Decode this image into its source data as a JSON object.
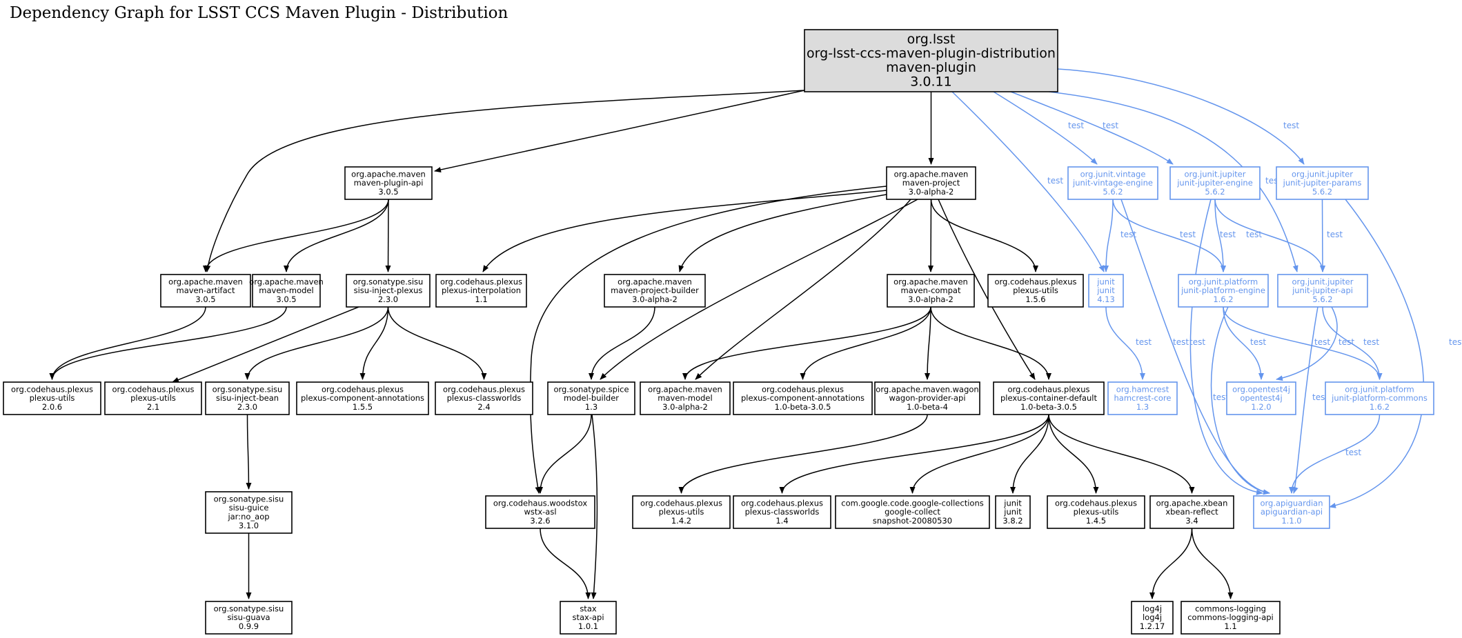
{
  "title": "Dependency Graph for LSST CCS Maven Plugin - Distribution",
  "colors": {
    "compile": "#000000",
    "test": "#6495ed",
    "root_fill": "#dcdcdc"
  },
  "edge_label_test": "test",
  "nodes": [
    {
      "id": "root",
      "lines": [
        "org.lsst",
        "org-lsst-ccs-maven-plugin-distribution",
        "maven-plugin",
        "3.0.11"
      ],
      "style": "root"
    },
    {
      "id": "plugin-api",
      "lines": [
        "org.apache.maven",
        "maven-plugin-api",
        "3.0.5"
      ],
      "style": "compile"
    },
    {
      "id": "maven-project",
      "lines": [
        "org.apache.maven",
        "maven-project",
        "3.0-alpha-2"
      ],
      "style": "compile"
    },
    {
      "id": "vintage-engine",
      "lines": [
        "org.junit.vintage",
        "junit-vintage-engine",
        "5.6.2"
      ],
      "style": "test"
    },
    {
      "id": "jupiter-engine",
      "lines": [
        "org.junit.jupiter",
        "junit-jupiter-engine",
        "5.6.2"
      ],
      "style": "test"
    },
    {
      "id": "jupiter-params",
      "lines": [
        "org.junit.jupiter",
        "junit-jupiter-params",
        "5.6.2"
      ],
      "style": "test"
    },
    {
      "id": "maven-artifact",
      "lines": [
        "org.apache.maven",
        "maven-artifact",
        "3.0.5"
      ],
      "style": "compile"
    },
    {
      "id": "maven-model-305",
      "lines": [
        "org.apache.maven",
        "maven-model",
        "3.0.5"
      ],
      "style": "compile"
    },
    {
      "id": "sisu-inject-plexus",
      "lines": [
        "org.sonatype.sisu",
        "sisu-inject-plexus",
        "2.3.0"
      ],
      "style": "compile"
    },
    {
      "id": "plexus-interpolation",
      "lines": [
        "org.codehaus.plexus",
        "plexus-interpolation",
        "1.1"
      ],
      "style": "compile"
    },
    {
      "id": "project-builder",
      "lines": [
        "org.apache.maven",
        "maven-project-builder",
        "3.0-alpha-2"
      ],
      "style": "compile"
    },
    {
      "id": "maven-compat",
      "lines": [
        "org.apache.maven",
        "maven-compat",
        "3.0-alpha-2"
      ],
      "style": "compile"
    },
    {
      "id": "plexus-utils-156",
      "lines": [
        "org.codehaus.plexus",
        "plexus-utils",
        "1.5.6"
      ],
      "style": "compile"
    },
    {
      "id": "junit-413",
      "lines": [
        "junit",
        "junit",
        "4.13"
      ],
      "style": "test"
    },
    {
      "id": "platform-engine",
      "lines": [
        "org.junit.platform",
        "junit-platform-engine",
        "1.6.2"
      ],
      "style": "test"
    },
    {
      "id": "jupiter-api",
      "lines": [
        "org.junit.jupiter",
        "junit-jupiter-api",
        "5.6.2"
      ],
      "style": "test"
    },
    {
      "id": "plexus-utils-206",
      "lines": [
        "org.codehaus.plexus",
        "plexus-utils",
        "2.0.6"
      ],
      "style": "compile"
    },
    {
      "id": "plexus-utils-21",
      "lines": [
        "org.codehaus.plexus",
        "plexus-utils",
        "2.1"
      ],
      "style": "compile"
    },
    {
      "id": "sisu-inject-bean",
      "lines": [
        "org.sonatype.sisu",
        "sisu-inject-bean",
        "2.3.0"
      ],
      "style": "compile"
    },
    {
      "id": "pca-155",
      "lines": [
        "org.codehaus.plexus",
        "plexus-component-annotations",
        "1.5.5"
      ],
      "style": "compile"
    },
    {
      "id": "plexus-classworlds-24",
      "lines": [
        "org.codehaus.plexus",
        "plexus-classworlds",
        "2.4"
      ],
      "style": "compile"
    },
    {
      "id": "model-builder",
      "lines": [
        "org.sonatype.spice",
        "model-builder",
        "1.3"
      ],
      "style": "compile"
    },
    {
      "id": "maven-model-a2",
      "lines": [
        "org.apache.maven",
        "maven-model",
        "3.0-alpha-2"
      ],
      "style": "compile"
    },
    {
      "id": "pca-beta",
      "lines": [
        "org.codehaus.plexus",
        "plexus-component-annotations",
        "1.0-beta-3.0.5"
      ],
      "style": "compile"
    },
    {
      "id": "wagon",
      "lines": [
        "org.apache.maven.wagon",
        "wagon-provider-api",
        "1.0-beta-4"
      ],
      "style": "compile"
    },
    {
      "id": "container-default",
      "lines": [
        "org.codehaus.plexus",
        "plexus-container-default",
        "1.0-beta-3.0.5"
      ],
      "style": "compile"
    },
    {
      "id": "hamcrest",
      "lines": [
        "org.hamcrest",
        "hamcrest-core",
        "1.3"
      ],
      "style": "test"
    },
    {
      "id": "opentest4j",
      "lines": [
        "org.opentest4j",
        "opentest4j",
        "1.2.0"
      ],
      "style": "test"
    },
    {
      "id": "platform-commons",
      "lines": [
        "org.junit.platform",
        "junit-platform-commons",
        "1.6.2"
      ],
      "style": "test"
    },
    {
      "id": "sisu-guice",
      "lines": [
        "org.sonatype.sisu",
        "sisu-guice",
        "jar:no_aop",
        "3.1.0"
      ],
      "style": "compile"
    },
    {
      "id": "woodstox",
      "lines": [
        "org.codehaus.woodstox",
        "wstx-asl",
        "3.2.6"
      ],
      "style": "compile"
    },
    {
      "id": "plexus-utils-142",
      "lines": [
        "org.codehaus.plexus",
        "plexus-utils",
        "1.4.2"
      ],
      "style": "compile"
    },
    {
      "id": "plexus-classworlds-14",
      "lines": [
        "org.codehaus.plexus",
        "plexus-classworlds",
        "1.4"
      ],
      "style": "compile"
    },
    {
      "id": "google-collect",
      "lines": [
        "com.google.code.google-collections",
        "google-collect",
        "snapshot-20080530"
      ],
      "style": "compile"
    },
    {
      "id": "junit-382",
      "lines": [
        "junit",
        "junit",
        "3.8.2"
      ],
      "style": "compile"
    },
    {
      "id": "plexus-utils-145",
      "lines": [
        "org.codehaus.plexus",
        "plexus-utils",
        "1.4.5"
      ],
      "style": "compile"
    },
    {
      "id": "xbean-reflect",
      "lines": [
        "org.apache.xbean",
        "xbean-reflect",
        "3.4"
      ],
      "style": "compile"
    },
    {
      "id": "apiguardian",
      "lines": [
        "org.apiguardian",
        "apiguardian-api",
        "1.1.0"
      ],
      "style": "test"
    },
    {
      "id": "sisu-guava",
      "lines": [
        "org.sonatype.sisu",
        "sisu-guava",
        "0.9.9"
      ],
      "style": "compile"
    },
    {
      "id": "stax",
      "lines": [
        "stax",
        "stax-api",
        "1.0.1"
      ],
      "style": "compile"
    },
    {
      "id": "log4j",
      "lines": [
        "log4j",
        "log4j",
        "1.2.17"
      ],
      "style": "compile"
    },
    {
      "id": "commons-logging",
      "lines": [
        "commons-logging",
        "commons-logging-api",
        "1.1"
      ],
      "style": "compile"
    }
  ],
  "edges": [
    {
      "from": "root",
      "to": "plugin-api",
      "style": "compile"
    },
    {
      "from": "root",
      "to": "maven-artifact",
      "style": "compile"
    },
    {
      "from": "root",
      "to": "maven-project",
      "style": "compile"
    },
    {
      "from": "root",
      "to": "junit-413",
      "style": "test"
    },
    {
      "from": "root",
      "to": "vintage-engine",
      "style": "test"
    },
    {
      "from": "root",
      "to": "jupiter-engine",
      "style": "test"
    },
    {
      "from": "root",
      "to": "jupiter-api",
      "style": "test"
    },
    {
      "from": "root",
      "to": "jupiter-params",
      "style": "test"
    },
    {
      "from": "plugin-api",
      "to": "maven-artifact",
      "style": "compile"
    },
    {
      "from": "plugin-api",
      "to": "maven-model-305",
      "style": "compile"
    },
    {
      "from": "plugin-api",
      "to": "sisu-inject-plexus",
      "style": "compile"
    },
    {
      "from": "maven-artifact",
      "to": "plexus-utils-206",
      "style": "compile"
    },
    {
      "from": "maven-model-305",
      "to": "plexus-utils-206",
      "style": "compile"
    },
    {
      "from": "sisu-inject-plexus",
      "to": "plexus-utils-21",
      "style": "compile"
    },
    {
      "from": "sisu-inject-plexus",
      "to": "sisu-inject-bean",
      "style": "compile"
    },
    {
      "from": "sisu-inject-plexus",
      "to": "pca-155",
      "style": "compile"
    },
    {
      "from": "sisu-inject-plexus",
      "to": "plexus-classworlds-24",
      "style": "compile"
    },
    {
      "from": "sisu-inject-bean",
      "to": "sisu-guice",
      "style": "compile"
    },
    {
      "from": "sisu-guice",
      "to": "sisu-guava",
      "style": "compile"
    },
    {
      "from": "maven-project",
      "to": "plexus-interpolation",
      "style": "compile"
    },
    {
      "from": "maven-project",
      "to": "project-builder",
      "style": "compile"
    },
    {
      "from": "maven-project",
      "to": "maven-compat",
      "style": "compile"
    },
    {
      "from": "maven-project",
      "to": "plexus-utils-156",
      "style": "compile"
    },
    {
      "from": "maven-project",
      "to": "model-builder",
      "style": "compile"
    },
    {
      "from": "maven-project",
      "to": "maven-model-a2",
      "style": "compile"
    },
    {
      "from": "maven-project",
      "to": "woodstox",
      "style": "compile"
    },
    {
      "from": "maven-project",
      "to": "container-default",
      "style": "compile"
    },
    {
      "from": "project-builder",
      "to": "model-builder",
      "style": "compile"
    },
    {
      "from": "maven-compat",
      "to": "maven-model-a2",
      "style": "compile"
    },
    {
      "from": "maven-compat",
      "to": "pca-beta",
      "style": "compile"
    },
    {
      "from": "maven-compat",
      "to": "wagon",
      "style": "compile"
    },
    {
      "from": "maven-compat",
      "to": "container-default",
      "style": "compile"
    },
    {
      "from": "model-builder",
      "to": "woodstox",
      "style": "compile"
    },
    {
      "from": "model-builder",
      "to": "stax",
      "style": "compile"
    },
    {
      "from": "woodstox",
      "to": "stax",
      "style": "compile"
    },
    {
      "from": "wagon",
      "to": "plexus-utils-142",
      "style": "compile"
    },
    {
      "from": "container-default",
      "to": "plexus-classworlds-14",
      "style": "compile"
    },
    {
      "from": "container-default",
      "to": "google-collect",
      "style": "compile"
    },
    {
      "from": "container-default",
      "to": "junit-382",
      "style": "compile"
    },
    {
      "from": "container-default",
      "to": "plexus-utils-145",
      "style": "compile"
    },
    {
      "from": "container-default",
      "to": "xbean-reflect",
      "style": "compile"
    },
    {
      "from": "xbean-reflect",
      "to": "log4j",
      "style": "compile"
    },
    {
      "from": "xbean-reflect",
      "to": "commons-logging",
      "style": "compile"
    },
    {
      "from": "vintage-engine",
      "to": "junit-413",
      "style": "test"
    },
    {
      "from": "vintage-engine",
      "to": "platform-engine",
      "style": "test"
    },
    {
      "from": "vintage-engine",
      "to": "apiguardian",
      "style": "test"
    },
    {
      "from": "jupiter-engine",
      "to": "platform-engine",
      "style": "test"
    },
    {
      "from": "jupiter-engine",
      "to": "jupiter-api",
      "style": "test"
    },
    {
      "from": "jupiter-engine",
      "to": "apiguardian",
      "style": "test"
    },
    {
      "from": "jupiter-params",
      "to": "jupiter-api",
      "style": "test"
    },
    {
      "from": "jupiter-params",
      "to": "apiguardian",
      "style": "test"
    },
    {
      "from": "junit-413",
      "to": "hamcrest",
      "style": "test"
    },
    {
      "from": "platform-engine",
      "to": "opentest4j",
      "style": "test"
    },
    {
      "from": "platform-engine",
      "to": "platform-commons",
      "style": "test"
    },
    {
      "from": "platform-engine",
      "to": "apiguardian",
      "style": "test"
    },
    {
      "from": "jupiter-api",
      "to": "opentest4j",
      "style": "test"
    },
    {
      "from": "jupiter-api",
      "to": "platform-commons",
      "style": "test"
    },
    {
      "from": "jupiter-api",
      "to": "apiguardian",
      "style": "test"
    },
    {
      "from": "platform-commons",
      "to": "apiguardian",
      "style": "test"
    }
  ]
}
